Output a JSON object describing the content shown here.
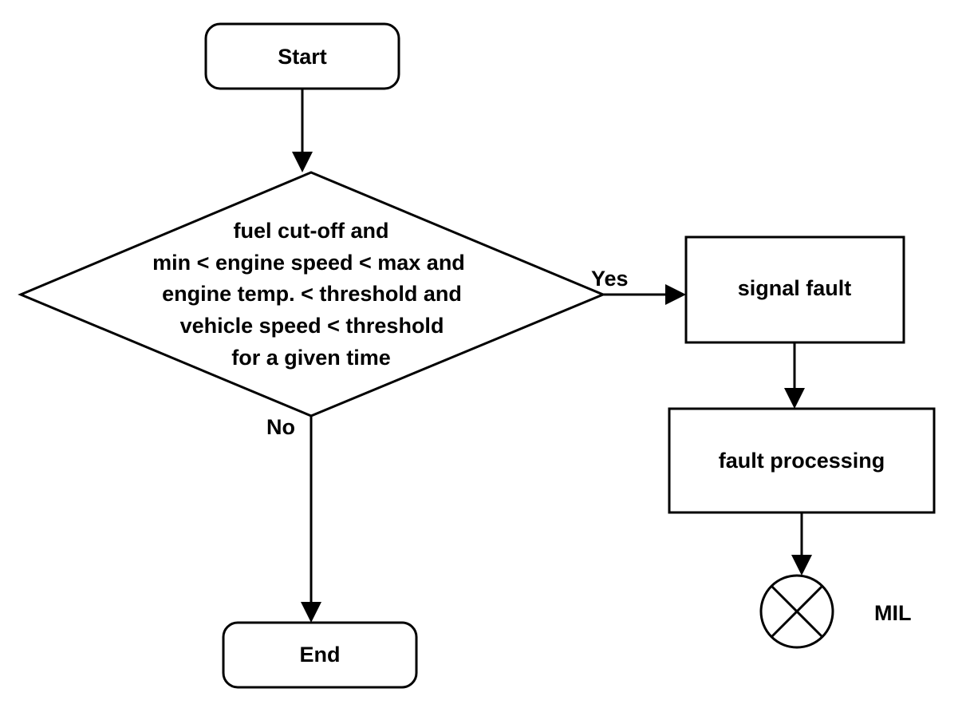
{
  "nodes": {
    "start": {
      "label": "Start"
    },
    "decision": {
      "lines": [
        "fuel cut-off and",
        "min < engine speed < max and",
        "engine temp. < threshold and",
        "vehicle speed < threshold",
        "for a given time"
      ]
    },
    "end": {
      "label": "End"
    },
    "signal_fault": {
      "label": "signal fault"
    },
    "fault_processing": {
      "label": "fault processing"
    },
    "mil": {
      "label": "MIL"
    }
  },
  "edges": {
    "yes_label": "Yes",
    "no_label": "No"
  },
  "colors": {
    "stroke": "#000000",
    "fill": "#ffffff",
    "text": "#000000"
  }
}
